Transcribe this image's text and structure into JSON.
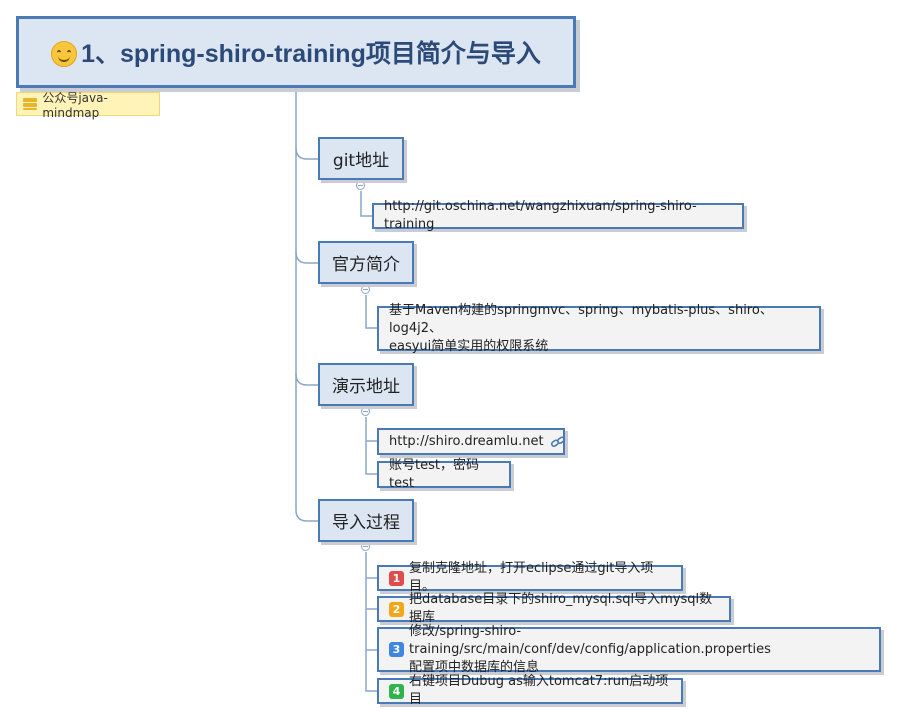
{
  "root": {
    "title": "1、spring-shiro-training项目简介与导入",
    "emoji": "smiling-face-emoji"
  },
  "tag": {
    "label": "公众号java-mindmap",
    "icon": "stack-icon"
  },
  "branches": [
    {
      "label": "git地址",
      "leaves": [
        {
          "text": "http://git.oschina.net/wangzhixuan/spring-shiro-training"
        }
      ]
    },
    {
      "label": "官方简介",
      "leaves": [
        {
          "line1": "基于Maven构建的springmvc、spring、mybatis-plus、shiro、log4j2、",
          "line2": "easyui简单实用的权限系统"
        }
      ]
    },
    {
      "label": "演示地址",
      "leaves": [
        {
          "text": "http://shiro.dreamlu.net",
          "icon": "link-icon"
        },
        {
          "text": "账号test，密码test"
        }
      ]
    },
    {
      "label": "导入过程",
      "leaves": [
        {
          "badge": "1",
          "color": "#e04b4b",
          "text": "复制克隆地址，打开eclipse通过git导入项目。"
        },
        {
          "badge": "2",
          "color": "#f0a818",
          "text": "把database目录下的shiro_mysql.sql导入mysql数据库"
        },
        {
          "badge": "3",
          "color": "#3f86e0",
          "line1": "修改/spring-shiro-training/src/main/conf/dev/config/application.properties",
          "line2": "配置项中数据库的信息"
        },
        {
          "badge": "4",
          "color": "#2fb34a",
          "text": "右键项目Dubug as输入tomcat7:run启动项目"
        }
      ]
    }
  ],
  "colors": {
    "accent": "#4a7ab5",
    "node_fill": "#dce6f3",
    "leaf_fill": "#f3f3f3",
    "tag_fill": "#fff3b8"
  }
}
